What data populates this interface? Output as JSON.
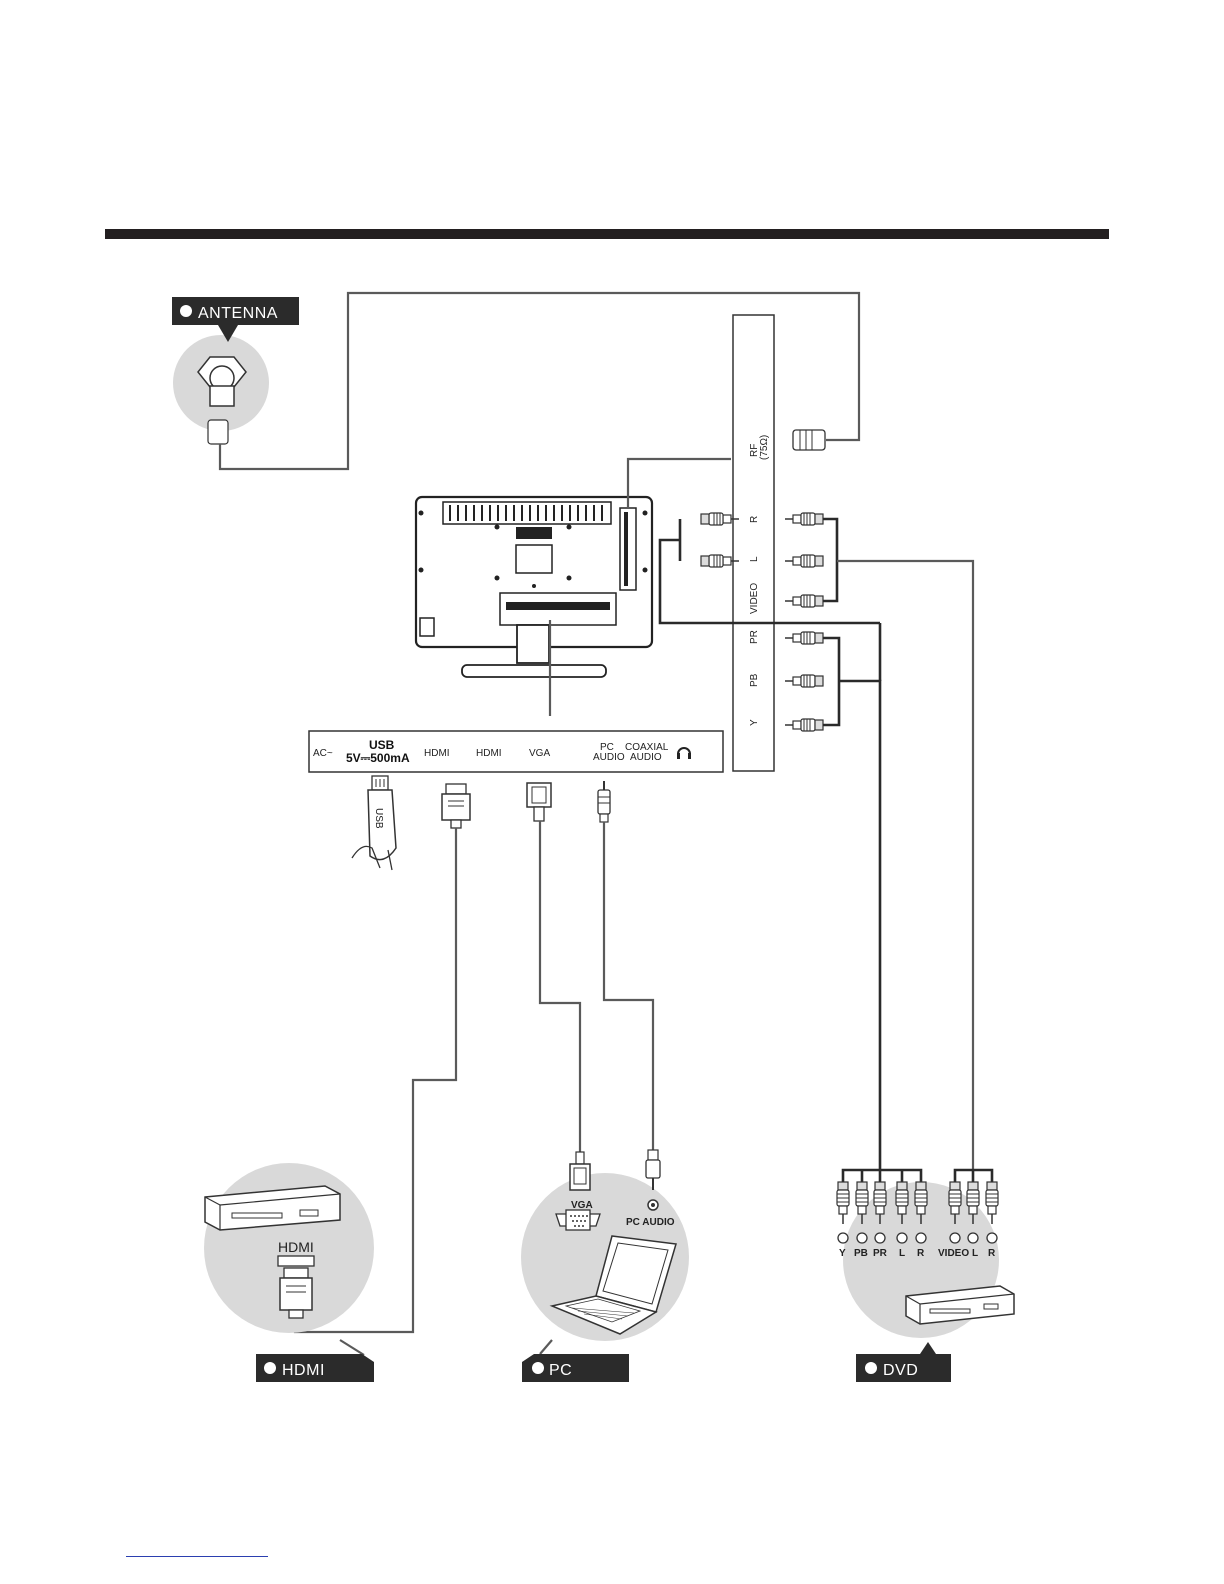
{
  "labels": {
    "antenna": "ANTENNA",
    "hdmi": "HDMI",
    "pc": "PC",
    "dvd": "DVD"
  },
  "panel": {
    "ac": "AC~",
    "usb_title": "USB",
    "usb_rating": "5V⎓500mA",
    "hdmi1": "HDMI",
    "hdmi2": "HDMI",
    "vga": "VGA",
    "pc_audio_1": "PC",
    "pc_audio_2": "AUDIO",
    "coaxial_1": "COAXIAL",
    "coaxial_2": "AUDIO",
    "headphone_icon": "headphone-icon"
  },
  "side_panel": {
    "rf_1": "RF",
    "rf_2": "(75Ω)",
    "r": "R",
    "l": "L",
    "video": "VIDEO",
    "pr": "PR",
    "pb": "PB",
    "y": "Y"
  },
  "usb_stick_label": "USB",
  "hdmi_device": {
    "port_label": "HDMI"
  },
  "pc_device": {
    "vga_label": "VGA",
    "audio_label": "PC AUDIO"
  },
  "dvd_device": {
    "jacks": [
      "Y",
      "PB",
      "PR",
      "L",
      "R",
      "VIDEO",
      "L",
      "R"
    ]
  },
  "colors": {
    "rule": "#231f20",
    "tag_bg": "#2b2b2b",
    "circle_bg": "#d9d9d9",
    "footer_link": "#2b3fb0"
  }
}
